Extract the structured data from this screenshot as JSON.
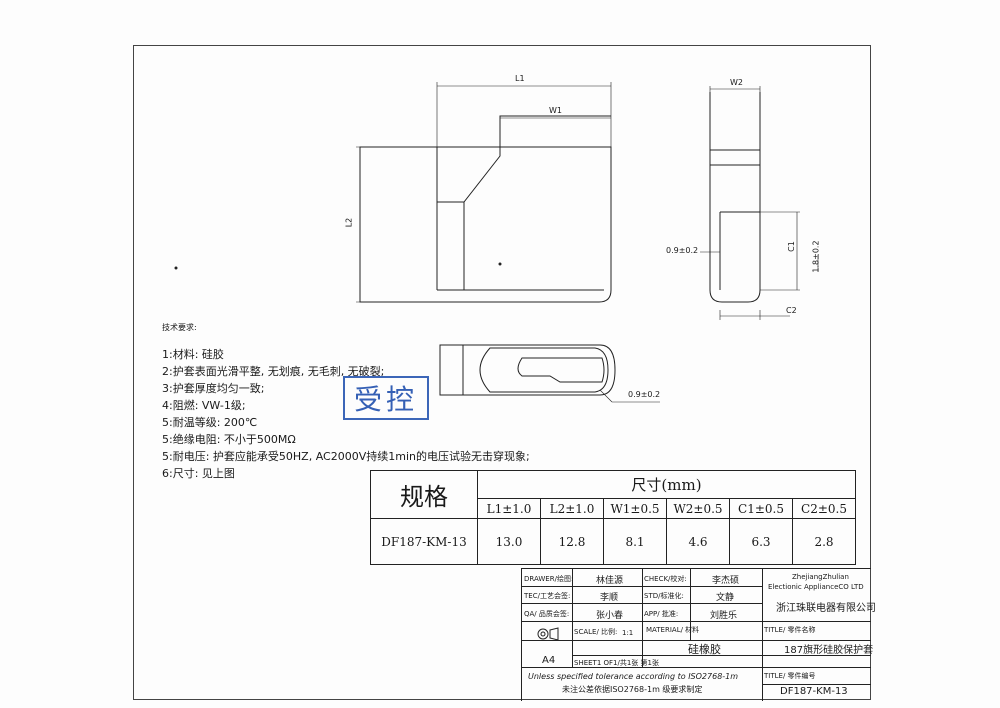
{
  "dims": {
    "L1": "L1",
    "W1": "W1",
    "L2": "L2",
    "W2": "W2",
    "C1": "C1",
    "C2": "C2",
    "C1_tol": "1.8±0.2",
    "side_tol": "0.9±0.2",
    "bottom_tol": "0.9±0.2"
  },
  "notes": {
    "heading": "技术要求:",
    "items": [
      "1:材料: 硅胶",
      "2:护套表面光滑平整, 无划痕, 无毛刺, 无破裂;",
      "3:护套厚度均匀一致;",
      "4:阻燃: VW-1级;",
      "5:耐温等级: 200℃",
      "5:绝缘电阻: 不小于500MΩ",
      "5:耐电压: 护套应能承受50HZ, AC2000V持续1min的电压试验无击穿现象;",
      "6:尺寸: 见上图"
    ]
  },
  "stamp": "受控",
  "spec": {
    "title": "规格",
    "size_header": "尺寸(mm)",
    "headers": [
      "L1±1.0",
      "L2±1.0",
      "W1±0.5",
      "W2±0.5",
      "C1±0.5",
      "C2±0.5"
    ],
    "model": "DF187-KM-13",
    "values": [
      "13.0",
      "12.8",
      "8.1",
      "4.6",
      "6.3",
      "2.8"
    ]
  },
  "title_block": {
    "drawer_label": "DRAWER/绘图:",
    "drawer": "林佳源",
    "check_label": "CHECK/校对:",
    "check": "李杰硕",
    "tec_label": "TEC/工艺会签:",
    "tec": "李顺",
    "std_label": "STD/标准化:",
    "std": "文静",
    "qa_label": "QA/ 品质会签:",
    "qa": "张小春",
    "app_label": "APP/ 批准:",
    "app": "刘胜乐",
    "company_en1": "ZhejiangZhulian",
    "company_en2": "Electionic ApplianceCO LTD",
    "company_cn": "浙江珠联电器有限公司",
    "scale_label": "SCALE/ 比例:",
    "scale": "1:1",
    "material_label": "MATERIAL/ 材料",
    "material": "硅橡胶",
    "title_label": "TITLE/ 零件名称",
    "title": "187旗形硅胶保护套",
    "paper": "A4",
    "sheet": "SHEET1 OF1/共1张 第1张",
    "tolerance_en": "Unless specified tolerance according to ISO2768-1m",
    "tolerance_cn": "未注公差依据ISO2768-1m 级要求制定",
    "partno_label": "TITLE/ 零件编号",
    "partno": "DF187-KM-13"
  }
}
